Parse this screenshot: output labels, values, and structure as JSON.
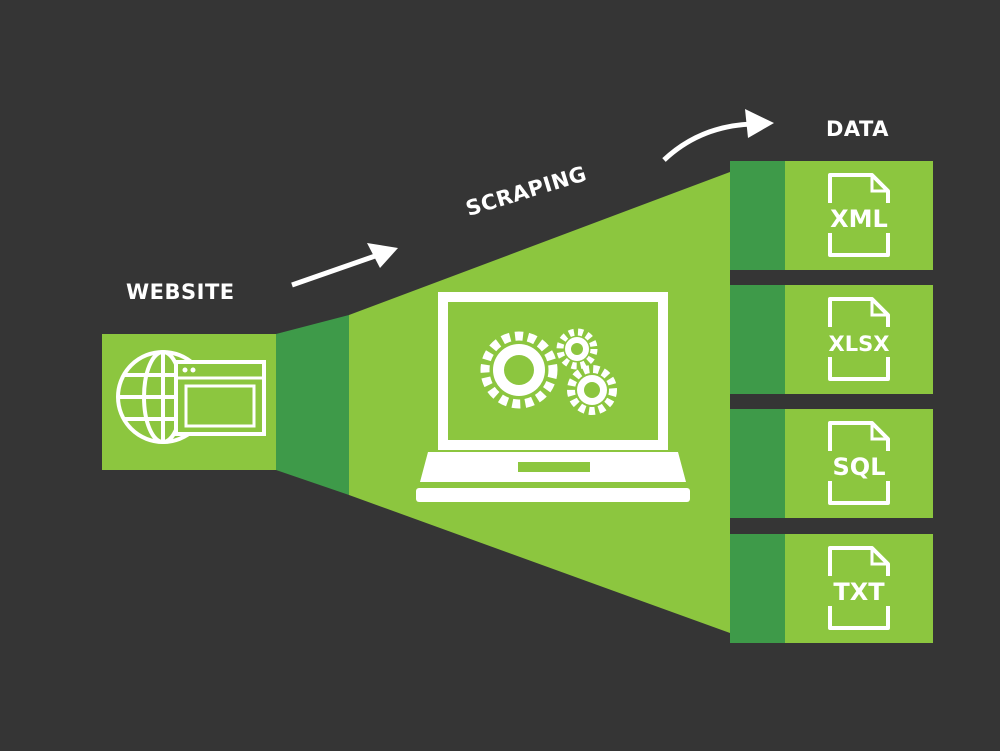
{
  "labels": {
    "website": "WEBSITE",
    "scraping": "SCRAPING",
    "data": "DATA"
  },
  "outputs": [
    "XML",
    "XLSX",
    "SQL",
    "TXT"
  ],
  "colors": {
    "background": "#353535",
    "green_light": "#8cc63f",
    "green_dark": "#3e9a49",
    "icon_white": "#ffffff"
  },
  "icons": [
    "globe-icon",
    "browser-window-icon",
    "laptop-icon",
    "gears-icon",
    "arrow-icon",
    "file-icon"
  ]
}
